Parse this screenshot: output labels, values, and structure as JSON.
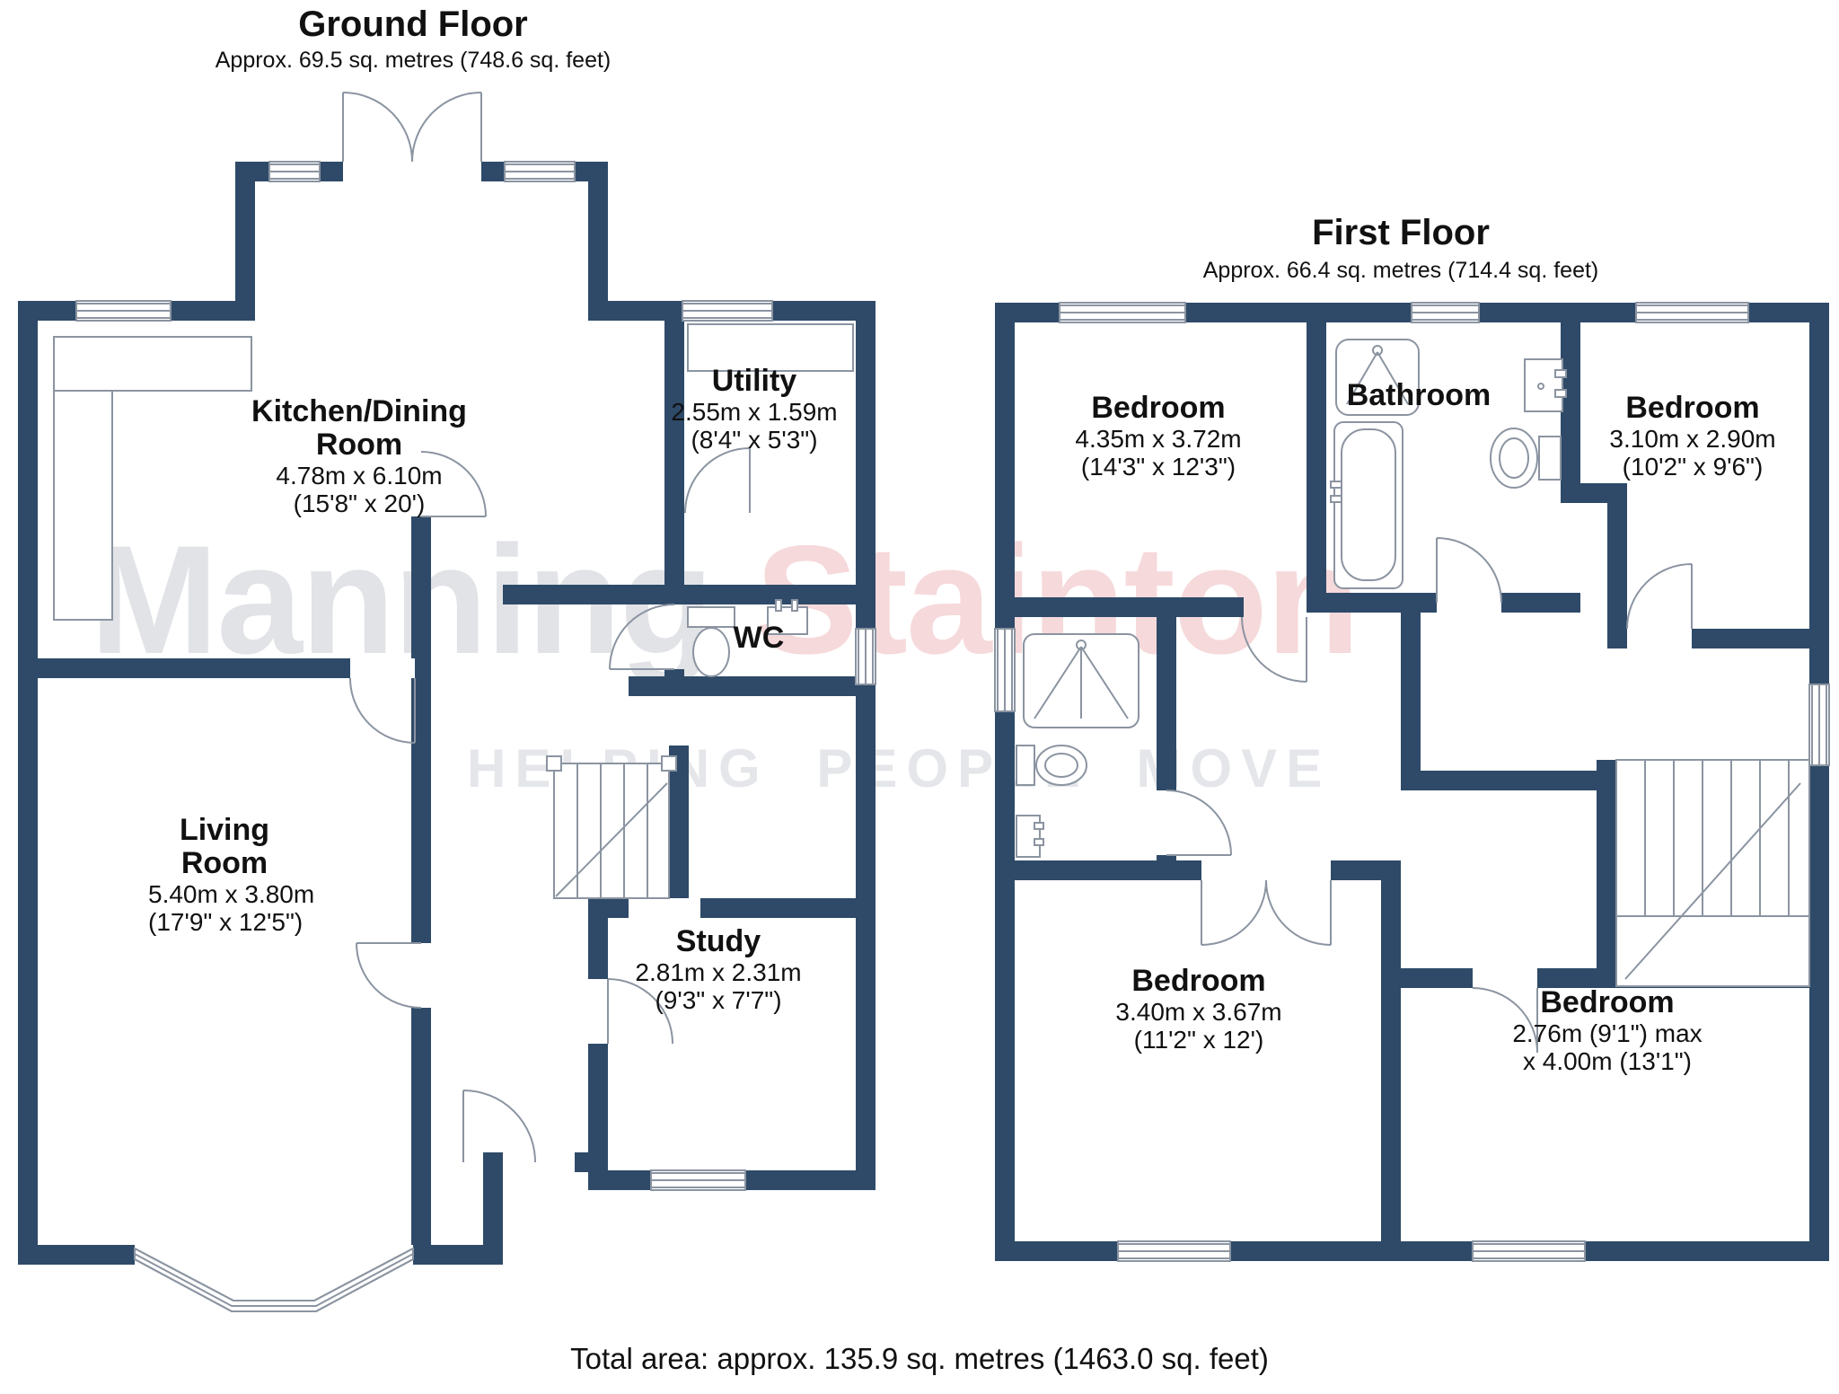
{
  "watermark": {
    "word1": "Manning",
    "word2": "Stainton",
    "tagline": "HELPING PEOPLE MOVE"
  },
  "ground_floor": {
    "title": "Ground Floor",
    "subtitle": "Approx. 69.5 sq. metres (748.6 sq. feet)",
    "rooms": {
      "kitchen": {
        "name": "Kitchen/Dining Room",
        "metric": "4.78m x 6.10m",
        "imperial": "(15'8\" x 20')"
      },
      "utility": {
        "name": "Utility",
        "metric": "2.55m x 1.59m",
        "imperial": "(8'4\" x 5'3\")"
      },
      "wc": {
        "name": "WC"
      },
      "living": {
        "name": "Living Room",
        "metric": "5.40m x 3.80m",
        "imperial": "(17'9\" x 12'5\")"
      },
      "study": {
        "name": "Study",
        "metric": "2.81m x 2.31m",
        "imperial": "(9'3\" x 7'7\")"
      }
    }
  },
  "first_floor": {
    "title": "First Floor",
    "subtitle": "Approx. 66.4 sq. metres (714.4 sq. feet)",
    "rooms": {
      "bedroom1": {
        "name": "Bedroom",
        "metric": "4.35m x 3.72m",
        "imperial": "(14'3\" x 12'3\")"
      },
      "bathroom": {
        "name": "Bathroom"
      },
      "bedroom2": {
        "name": "Bedroom",
        "metric": "3.10m x 2.90m",
        "imperial": "(10'2\" x 9'6\")"
      },
      "bedroom3": {
        "name": "Bedroom",
        "metric": "3.40m x 3.67m",
        "imperial": "(11'2\" x 12')"
      },
      "bedroom4": {
        "name": "Bedroom",
        "metric": "2.76m (9'1\") max",
        "imperial": "x 4.00m (13'1\")"
      }
    }
  },
  "footer": {
    "total_area": "Total area: approx. 135.9 sq. metres (1463.0 sq. feet)"
  },
  "colors": {
    "wall": "#2e4a68",
    "fixture_line": "#8b94a1",
    "watermark_gray": "#e1e3e7",
    "watermark_pink": "#f6d9db",
    "text": "#111111"
  }
}
